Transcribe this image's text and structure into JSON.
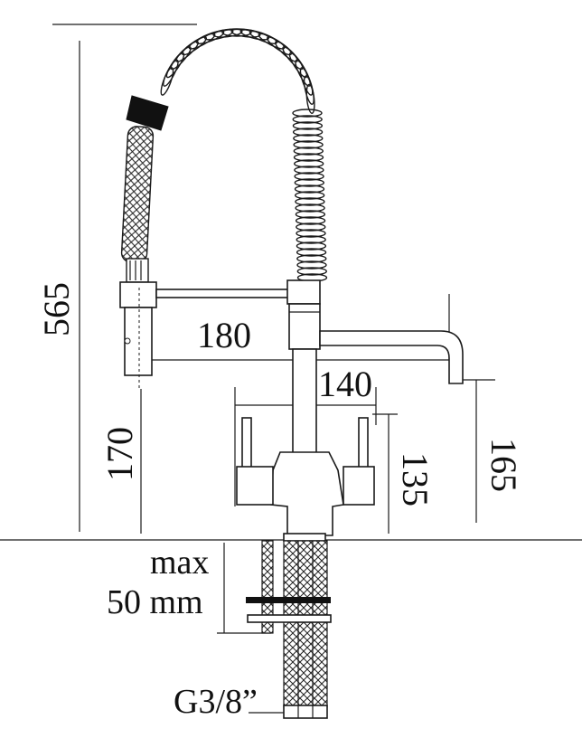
{
  "dimensions": {
    "height_total": "565",
    "spout_reach": "180",
    "lever_spacing": "140",
    "lower_height": "170",
    "lever_height": "135",
    "spout_height": "165",
    "max_label": "max",
    "thickness_label": "50 mm",
    "connection": "G3/8”"
  },
  "colors": {
    "line": "#1a1a1a",
    "fill_dark": "#111111",
    "background": "#ffffff"
  }
}
